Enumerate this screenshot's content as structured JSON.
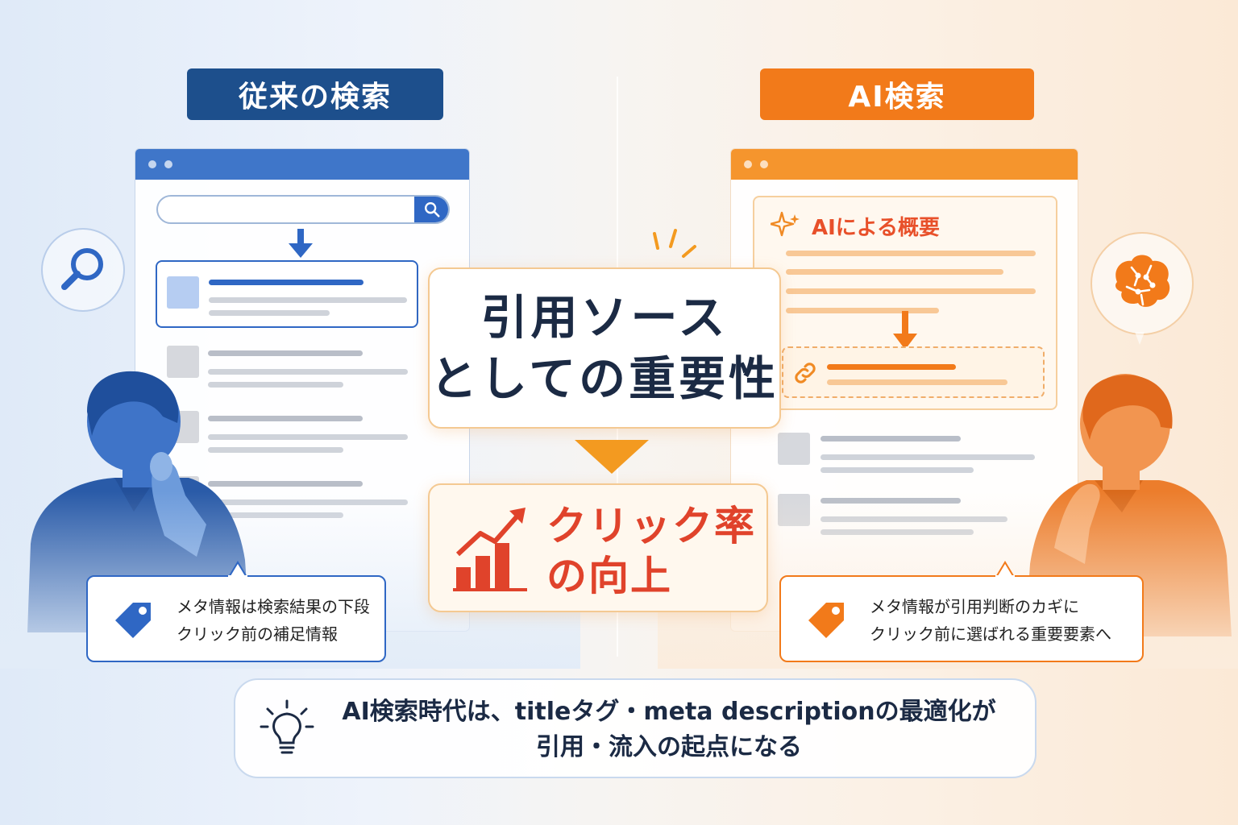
{
  "left_panel": {
    "title": "従来の検索",
    "callout": {
      "line1": "メタ情報は検索結果の下段",
      "line2": "クリック前の補足情報"
    }
  },
  "right_panel": {
    "title": "AI検索",
    "overview_title": "AIによる概要",
    "callout": {
      "line1": "メタ情報が引用判断のカギに",
      "line2": "クリック前に選ばれる重要要素へ"
    }
  },
  "center": {
    "importance": {
      "line1": "引用ソース",
      "line2": "としての重要性"
    },
    "result": {
      "line1": "クリック率",
      "line2": "の向上"
    }
  },
  "bottom": {
    "line1": "AI検索時代は、titleタグ・meta descriptionの最適化が",
    "line2": "引用・流入の起点になる"
  },
  "colors": {
    "blue": "#1d4f8c",
    "orange": "#f27a1a",
    "red": "#e0432b"
  }
}
